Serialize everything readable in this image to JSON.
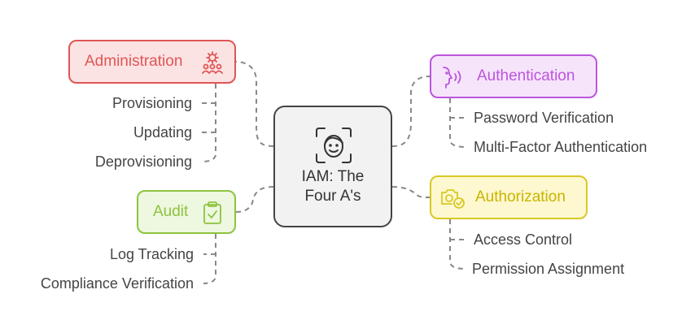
{
  "center": {
    "title_line1": "IAM: The",
    "title_line2": "Four A's",
    "icon": "face-scan-icon"
  },
  "branches": {
    "administration": {
      "label": "Administration",
      "icon": "gear-people-icon",
      "color": "#e05555",
      "items": [
        "Provisioning",
        "Updating",
        "Deprovisioning"
      ]
    },
    "authentication": {
      "label": "Authentication",
      "icon": "voice-profile-icon",
      "color": "#bb55dd",
      "items": [
        "Password Verification",
        "Multi-Factor Authentication"
      ]
    },
    "audit": {
      "label": "Audit",
      "icon": "clipboard-check-icon",
      "color": "#8cc43f",
      "items": [
        "Log Tracking",
        "Compliance Verification"
      ]
    },
    "authorization": {
      "label": "Authorization",
      "icon": "camera-check-icon",
      "color": "#d8c826",
      "items": [
        "Access Control",
        "Permission Assignment"
      ]
    }
  }
}
